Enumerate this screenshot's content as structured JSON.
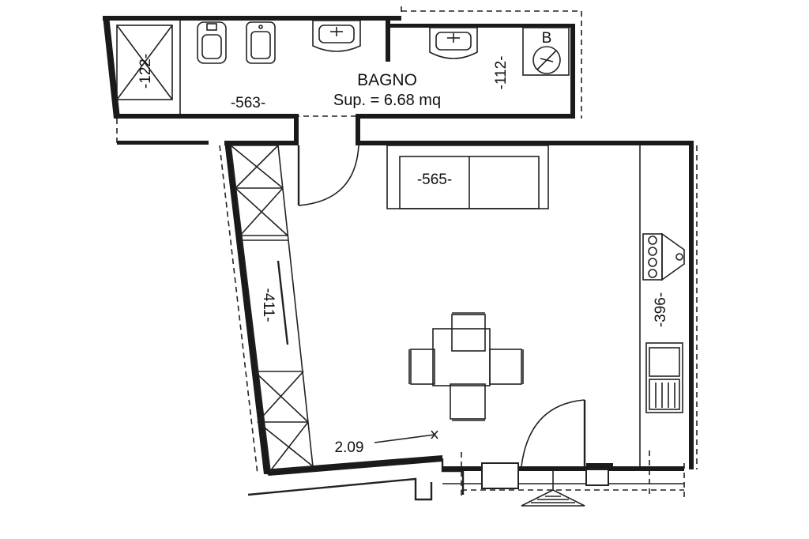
{
  "bathroom": {
    "title": "BAGNO",
    "area": "Sup. = 6.68 mq",
    "boiler_label": "B"
  },
  "dimensions": {
    "shower": "-122-",
    "bath_length": "-563-",
    "bath_depth": "-112-",
    "sofa": "-565-",
    "left_wall": "-411-",
    "right_wall": "-396-",
    "diagonal": "2.09"
  }
}
